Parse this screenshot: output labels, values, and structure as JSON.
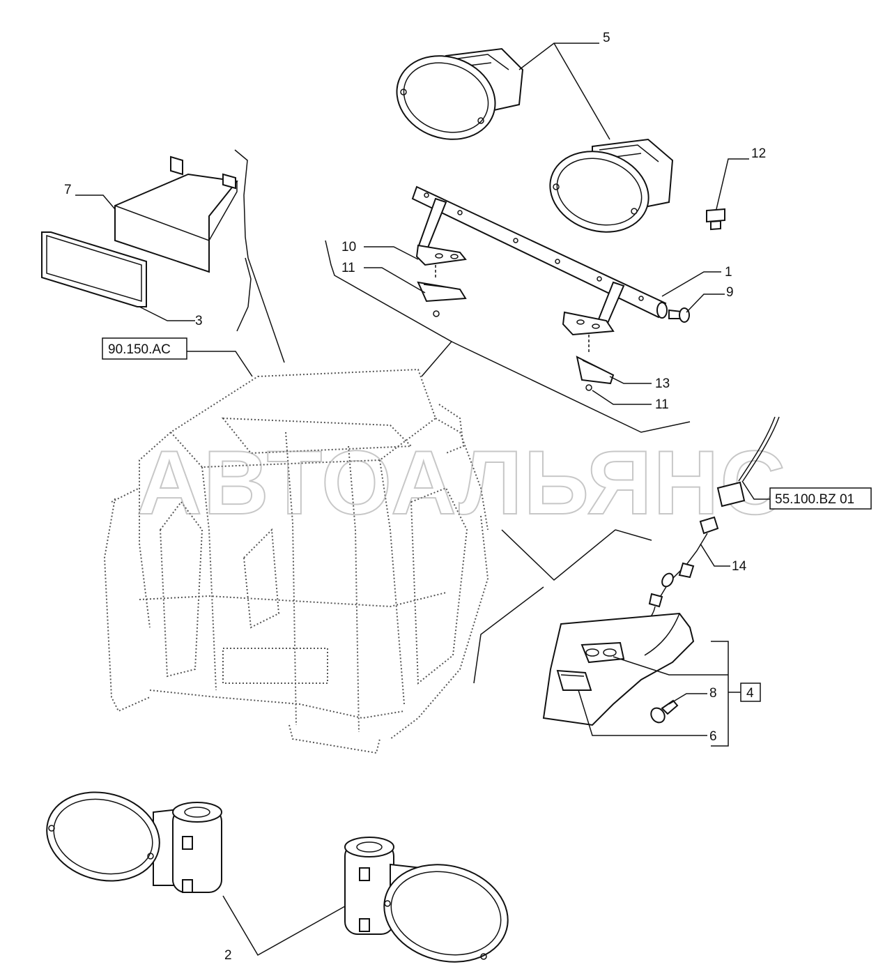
{
  "watermark": "АВТОАЛЬЯНС",
  "refs": {
    "ref_90150": "90.150.AC",
    "ref_55100": "55.100.BZ 01",
    "ref_4": "4"
  },
  "callouts": {
    "c1": "1",
    "c2": "2",
    "c3": "3",
    "c5": "5",
    "c6": "6",
    "c7": "7",
    "c8": "8",
    "c9": "9",
    "c10": "10",
    "c11a": "11",
    "c11b": "11",
    "c12": "12",
    "c13": "13",
    "c14": "14"
  }
}
